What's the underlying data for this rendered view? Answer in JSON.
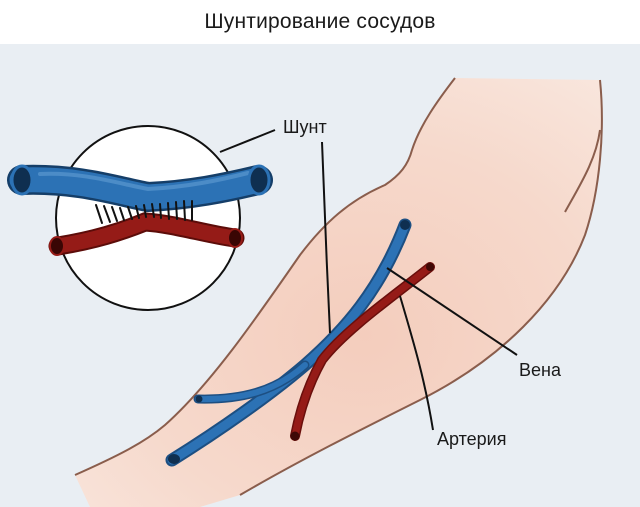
{
  "title": "Шунтирование сосудов",
  "labels": {
    "shunt": "Шунт",
    "vein": "Вена",
    "artery": "Артерия"
  },
  "colors": {
    "vein": "#2c72b5",
    "artery": "#951b17",
    "skin": "#f6d7c9",
    "panel": "#e9eef3",
    "outline": "#8a5d4c"
  },
  "icons": {
    "inset": "magnified-anastomosis-icon",
    "arm": "forearm-icon"
  }
}
